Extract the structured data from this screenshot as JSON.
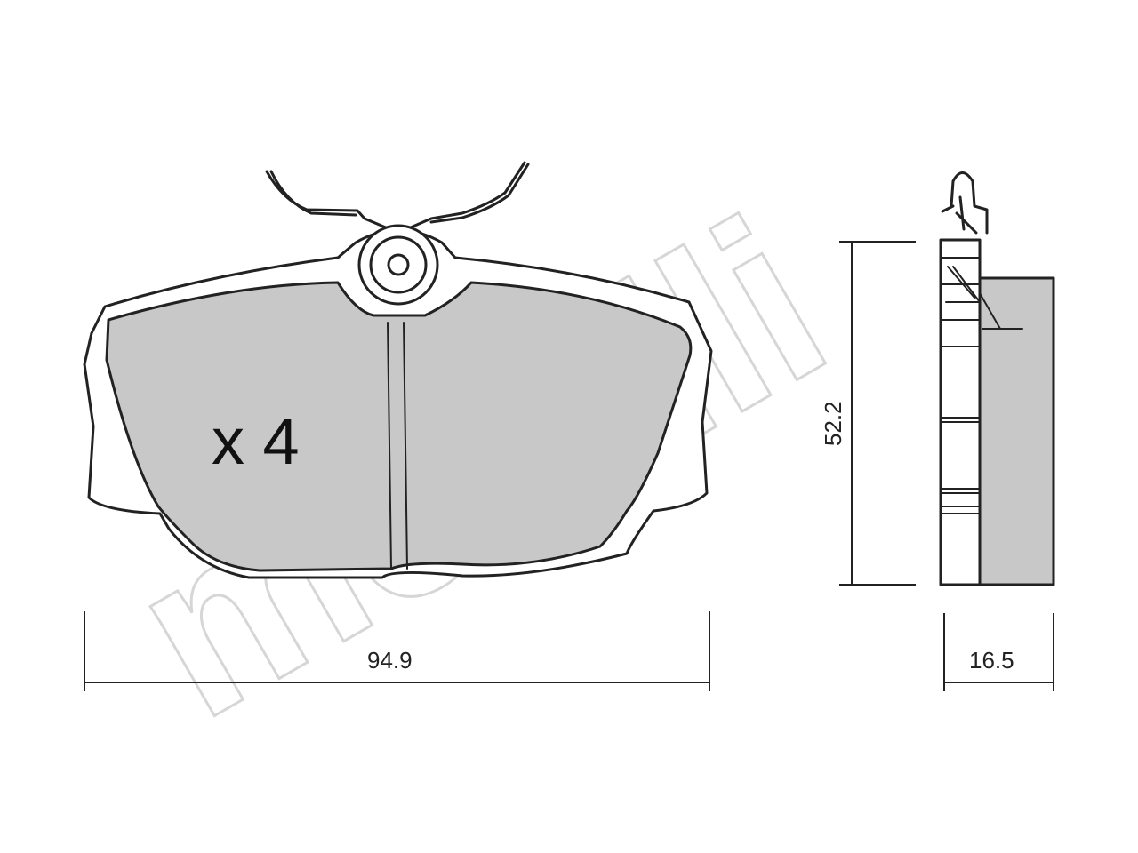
{
  "watermark": {
    "text": "metelli"
  },
  "quantity": {
    "label": "x 4"
  },
  "dimensions": {
    "width": "94.9",
    "height": "52.2",
    "thickness": "16.5"
  },
  "colors": {
    "lining": "#c8c8c8",
    "stroke": "#222222",
    "watermark": "#d6d6d6"
  }
}
